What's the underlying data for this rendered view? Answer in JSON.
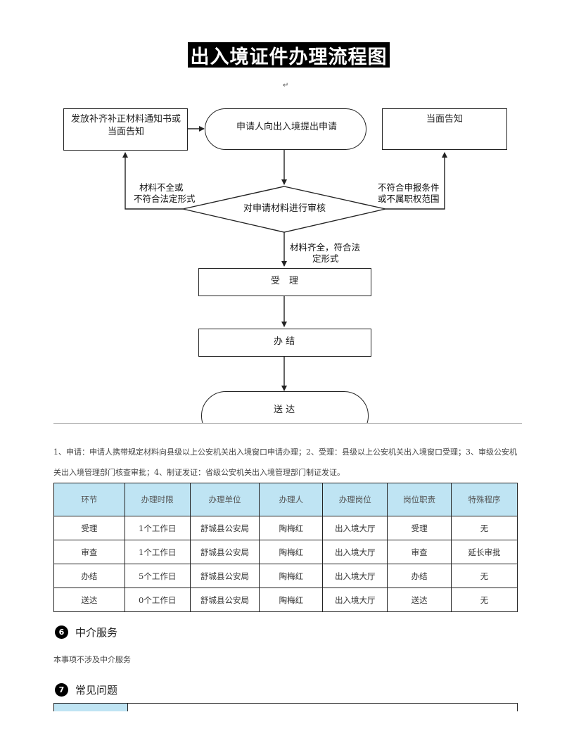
{
  "title": "出入境证件办理流程图",
  "pilcrow": "↵",
  "flowchart": {
    "notice_materials": [
      "发放补齐补正材料通知书或",
      "当面告知"
    ],
    "apply": "申请人向出入境提出申请",
    "notice_face": "当面告知",
    "review": "对申请材料进行审核",
    "label_incomplete": [
      "材料不全或",
      "不符合法定形式"
    ],
    "label_out_of_scope": [
      "不符合申报条件",
      "或不属职权范围"
    ],
    "label_complete": [
      "材料齐全，符合法",
      "定形式"
    ],
    "accept": "受　理",
    "finish": "办 结",
    "deliver": "送 达"
  },
  "description": "1、申请：申请人携带规定材料向县级以上公安机关出入境窗口申请办理；2、受理：县级以上公安机关出入境窗口受理；3、审级公安机关出入境管理部门核查审批；4、制证发证：省级公安机关出入境管理部门制证发证。",
  "table": {
    "headers": [
      "环节",
      "办理时限",
      "办理单位",
      "办理人",
      "办理岗位",
      "岗位职责",
      "特殊程序"
    ],
    "rows": [
      [
        "受理",
        "1个工作日",
        "舒城县公安局",
        "陶梅红",
        "出入境大厅",
        "受理",
        "无"
      ],
      [
        "审查",
        "1个工作日",
        "舒城县公安局",
        "陶梅红",
        "出入境大厅",
        "审查",
        "延长审批"
      ],
      [
        "办结",
        "5个工作日",
        "舒城县公安局",
        "陶梅红",
        "出入境大厅",
        "办结",
        "无"
      ],
      [
        "送达",
        "0个工作日",
        "舒城县公安局",
        "陶梅红",
        "出入境大厅",
        "送达",
        "无"
      ]
    ]
  },
  "section6": {
    "number": "6",
    "title": "中介服务",
    "text": "本事项不涉及中介服务"
  },
  "section7": {
    "number": "7",
    "title": "常见问题"
  }
}
